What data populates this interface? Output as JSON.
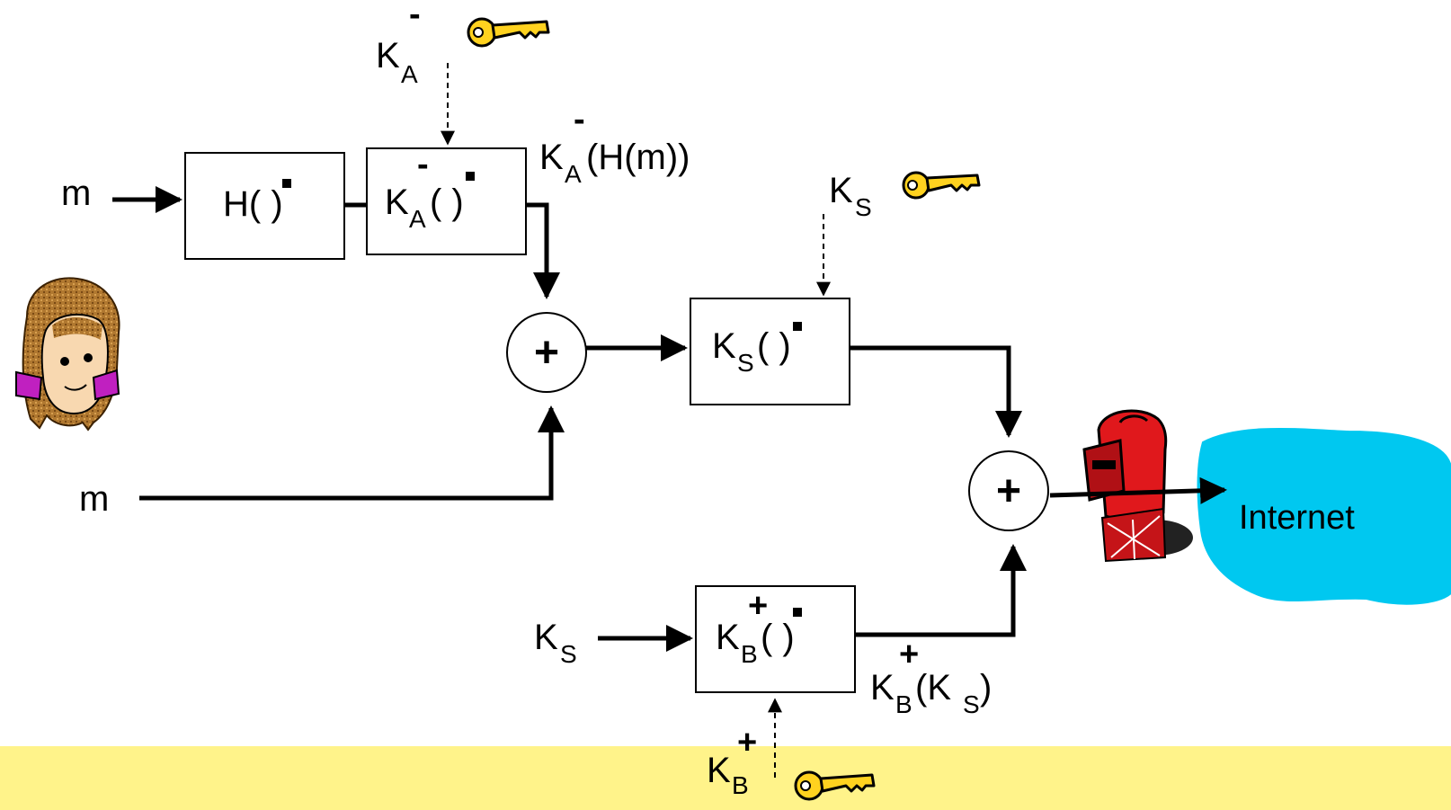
{
  "labels": {
    "m_top": "m",
    "m_bottom": "m",
    "hash_box": "H( )",
    "ka_top": {
      "base": "K",
      "sub": "A",
      "sup": "-"
    },
    "ka_box": {
      "base": "K",
      "sub": "A",
      "paren": "( )",
      "sup": "-"
    },
    "ka_h_out": {
      "base": "K",
      "sub": "A",
      "sup": "-",
      "tail": "(H(m))"
    },
    "ks_top": {
      "base": "K",
      "sub": "S"
    },
    "ks_box": {
      "base": "K",
      "sub": "S",
      "paren": "( )"
    },
    "ks_left": {
      "base": "K",
      "sub": "S"
    },
    "kb_box": {
      "base": "K",
      "sub": "B",
      "paren": "( )",
      "sup": "+"
    },
    "kb_out": {
      "base": "K",
      "sub": "B",
      "sup": "+",
      "open": "(K",
      "sub2": "S",
      "close": " )"
    },
    "kb_bottom": {
      "base": "K",
      "sub": "B",
      "sup": "+"
    },
    "plus_symbol": "+",
    "internet": "Internet"
  },
  "colors": {
    "line": "#000000",
    "key_fill": "#ffd21f",
    "cloud_fill": "#00c8f0",
    "footer_band": "#fff38a",
    "mailbox_red": "#e0181c",
    "bow_magenta": "#c020c0",
    "hair_brown": "#b07830",
    "skin": "#f8d8b0"
  },
  "icons": {
    "person": "alice-person-icon",
    "key": "key-icon",
    "mailbox": "mailbox-icon",
    "cloud": "internet-cloud-icon"
  }
}
